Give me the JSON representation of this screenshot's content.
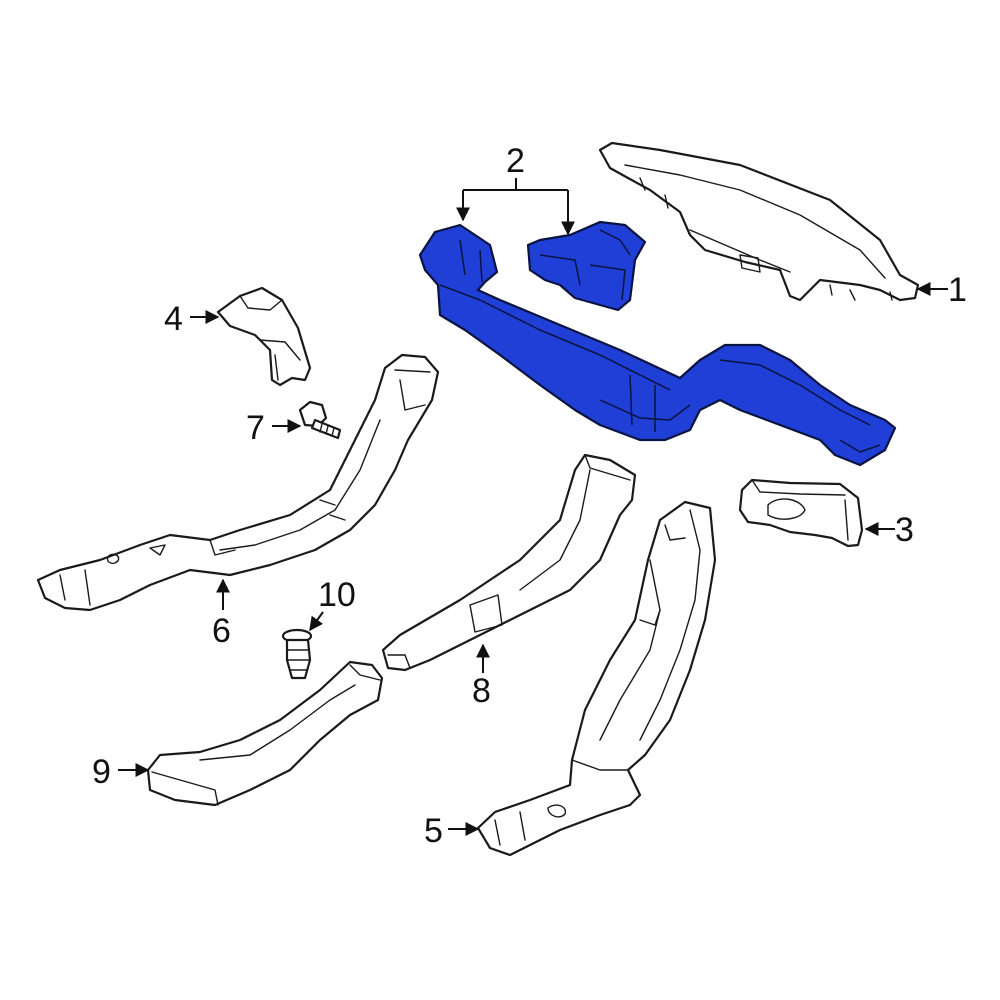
{
  "colors": {
    "highlight": "#1f3fd6",
    "line": "#1a1a1a",
    "background": "#ffffff"
  },
  "callouts": {
    "c1": "1",
    "c2": "2",
    "c3": "3",
    "c4": "4",
    "c5": "5",
    "c6": "6",
    "c7": "7",
    "c8": "8",
    "c9": "9",
    "c10": "10"
  }
}
